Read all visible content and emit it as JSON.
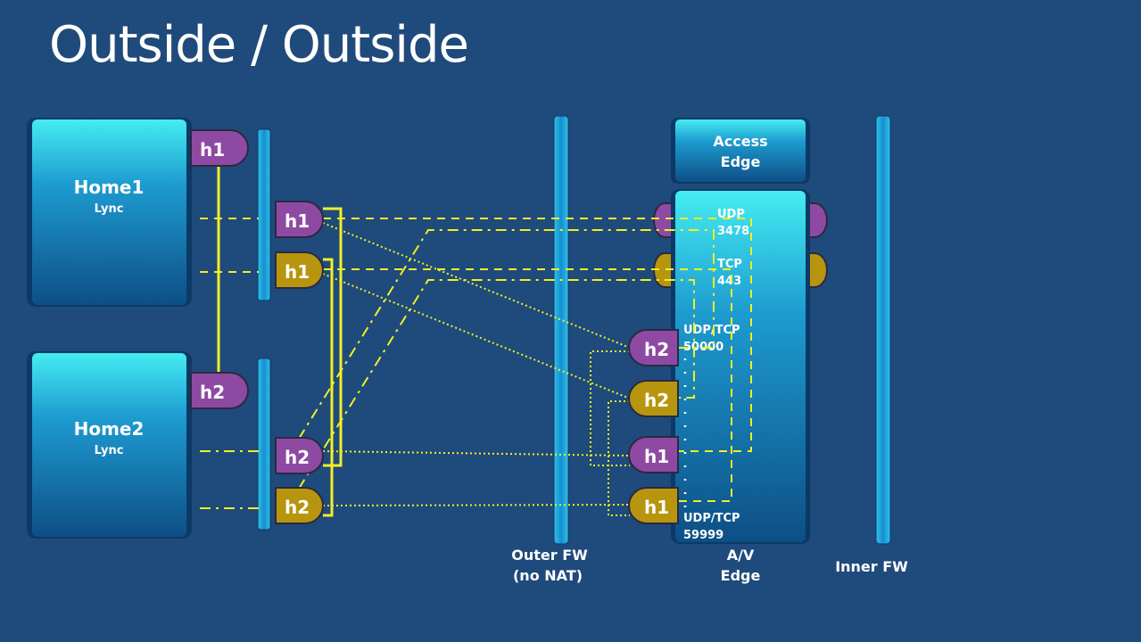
{
  "title": "Outside / Outside",
  "colors": {
    "background": "#1f4a7c",
    "purple": "#8e4aa3",
    "gold": "#b8950f",
    "line": "#f2ef24",
    "box_top": "#3fe6ee",
    "box_bottom": "#0f5a94"
  },
  "home1": {
    "name": "Home1",
    "sub": "Lync"
  },
  "home2": {
    "name": "Home2",
    "sub": "Lync"
  },
  "access_edge": {
    "line1": "Access",
    "line2": "Edge"
  },
  "av_ports": {
    "udp": "UDP",
    "udp_port": "3478",
    "tcp": "TCP",
    "tcp_port": "443",
    "range_start_proto": "UDP/TCP",
    "range_start": "50000",
    "range_end_proto": "UDP/TCP",
    "range_end": "59999"
  },
  "labels": {
    "outer_fw_1": "Outer FW",
    "outer_fw_2": "(no NAT)",
    "av_edge_1": "A/V",
    "av_edge_2": "Edge",
    "inner_fw": "Inner FW"
  },
  "candidates": {
    "h1": "h1",
    "h2": "h2"
  }
}
